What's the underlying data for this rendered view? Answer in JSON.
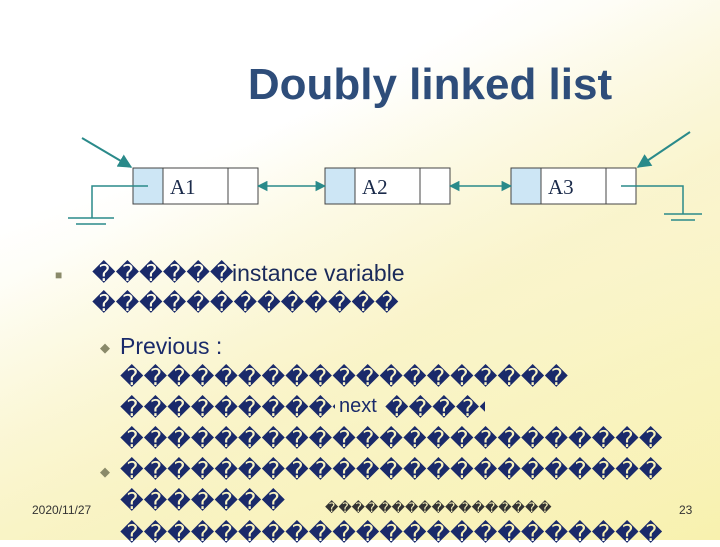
{
  "slide": {
    "title": "Doubly linked list",
    "nodes": [
      {
        "label": "A1"
      },
      {
        "label": "A2"
      },
      {
        "label": "A3"
      }
    ],
    "bullet_text": "instance variable",
    "sub_bullet_1": "Previous :",
    "inline_word": "next",
    "garbled_line_1": "�������������",
    "garbled_line_2": "������������",
    "garbled_line_3": "�������������������",
    "garbled_line_4": "�������������",
    "garbled_line_5": "������",
    "garbled_line_6": "�����������������������",
    "garbled_line_7": "�����������������������",
    "garbled_line_8": "�������",
    "garbled_footer": "�����������������",
    "garbled_line_9": "�����������������������",
    "date": "2020/11/27",
    "page_number": "23"
  },
  "colors": {
    "title": "#2e4d7a",
    "node_fill": "#cde6f5",
    "arrow": "#2a8a8a"
  }
}
